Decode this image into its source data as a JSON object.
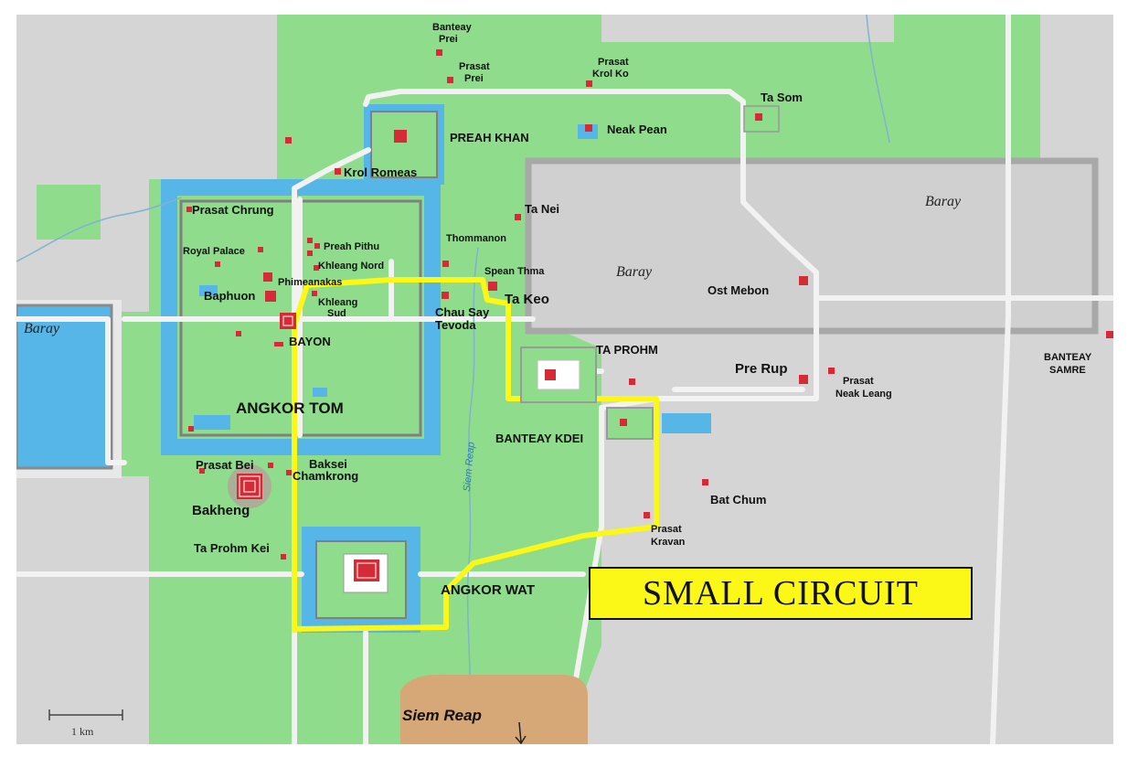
{
  "title": "SMALL CIRCUIT",
  "scale_label": "1 km",
  "colors": {
    "background": "#d5d5d5",
    "forest": "#8fdc8c",
    "water": "#56b6e8",
    "road": "#f2f2f2",
    "route": "#fbf716",
    "temple": "#d42b36",
    "moat_outline": "#8a8a8a",
    "town": "#d7a877"
  },
  "labels": {
    "banteay_prei": [
      "Banteay",
      "Prei"
    ],
    "prasat_prei": [
      "Prasat",
      "Prei"
    ],
    "prasat_krol_ko": [
      "Prasat",
      "Krol Ko"
    ],
    "ta_som": "Ta Som",
    "neak_pean": "Neak Pean",
    "preah_khan": "PREAH KHAN",
    "krol_romeas": "Krol Romeas",
    "baray_ne": "Baray",
    "prasat_chrung": "Prasat Chrung",
    "ta_nei": "Ta Nei",
    "royal_palace": "Royal Palace",
    "preah_pithu": "Preah Pithu",
    "thommanon": "Thommanon",
    "khleang_nord": "Khleang Nord",
    "phimeanakas": "Phimeanakas",
    "spean_thma": "Spean Thma",
    "baray_east": "Baray",
    "baphuon": "Baphuon",
    "khleang_sud": [
      "Khleang",
      "Sud"
    ],
    "ta_keo": "Ta Keo",
    "ost_mebon": "Ost Mebon",
    "chau_say_tevoda": [
      "Chau Say",
      "Tevoda"
    ],
    "baray_west": "Baray",
    "bayon": "BAYON",
    "ta_prohm": "TA PROHM",
    "pre_rup": "Pre Rup",
    "prasat_neak_leang": [
      "Prasat",
      "Neak Leang"
    ],
    "banteay_samre": [
      "BANTEAY",
      "SAMRE"
    ],
    "angkor_tom": "ANGKOR TOM",
    "banteay_kdei": "BANTEAY KDEI",
    "siem_reap_river": "Siem Reap",
    "prasat_bei": "Prasat Bei",
    "baksei_chamkrong": [
      "Baksei",
      "Chamkrong"
    ],
    "bakheng": "Bakheng",
    "bat_chum": "Bat Chum",
    "prasat_kravan": [
      "Prasat",
      "Kravan"
    ],
    "ta_prohm_kei": "Ta Prohm Kei",
    "angkor_wat": "ANGKOR WAT",
    "siem_reap_town": "Siem Reap"
  }
}
